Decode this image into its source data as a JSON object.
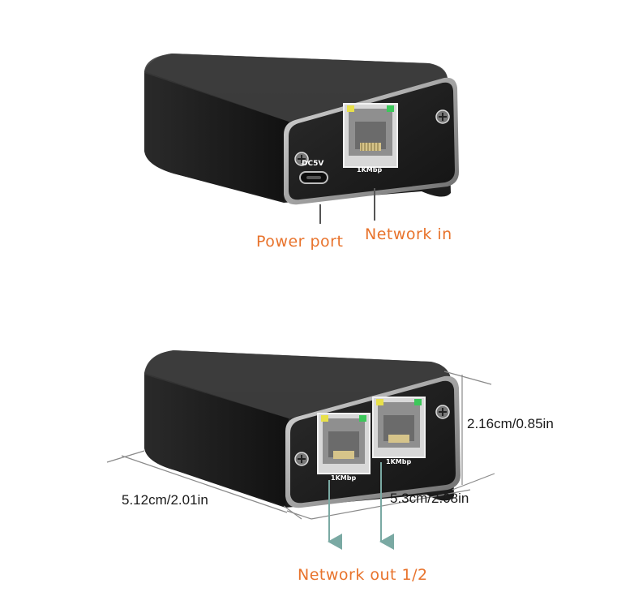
{
  "top_device": {
    "power_port_marking": "DC5V",
    "port_marking": "1KMbp",
    "power_port_label": "Power port",
    "network_in_label": "Network in"
  },
  "bottom_device": {
    "port1_marking": "1KMbp",
    "port2_marking": "1KMbp",
    "network_out_label": "Network out 1/2",
    "dimensions": {
      "height": "2.16cm/0.85in",
      "width": "5.3cm/2.08in",
      "depth": "5.12cm/2.01in"
    }
  },
  "colors": {
    "label_orange": "#e8732c",
    "arrow_teal": "#7aa9a3",
    "body_black": "#1c1c1c",
    "led_yellow": "#e8e04a",
    "led_green": "#3cc85a"
  }
}
